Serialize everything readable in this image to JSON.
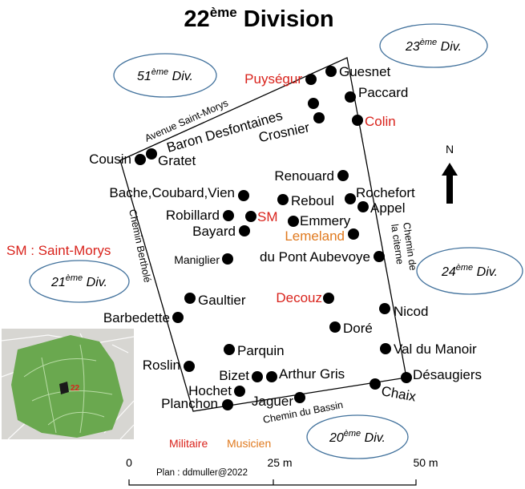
{
  "title_main": "22",
  "title_sup": "ème",
  "title_rest": " Division",
  "divisions": [
    {
      "num": "23",
      "sup": "ème",
      "suffix": " Div."
    },
    {
      "num": "51",
      "sup": "ème",
      "suffix": " Div."
    },
    {
      "num": "21",
      "sup": "ème",
      "suffix": " Div."
    },
    {
      "num": "24",
      "sup": "ème",
      "suffix": " Div."
    },
    {
      "num": "20",
      "sup": "ème",
      "suffix": " Div."
    }
  ],
  "roads": {
    "north": "Avenue Saint-Morys",
    "west": "Chemin Bertholé",
    "east": "Chemin de la citerne",
    "east_line1": "Chemin de",
    "east_line2": "la citerne",
    "south": "Chemin du Bassin"
  },
  "graves": [
    {
      "name": "Puységur",
      "category": "military"
    },
    {
      "name": "Guesnet",
      "category": "civil"
    },
    {
      "name": "Paccard",
      "category": "civil"
    },
    {
      "name": "Baron Desfontaines",
      "category": "civil"
    },
    {
      "name": "Crosnier",
      "category": "civil"
    },
    {
      "name": "Colin",
      "category": "military"
    },
    {
      "name": "Cousin",
      "category": "civil"
    },
    {
      "name": "Gratet",
      "category": "civil"
    },
    {
      "name": "Renouard",
      "category": "civil"
    },
    {
      "name": "Bache,Coubard,Vien",
      "category": "civil"
    },
    {
      "name": "Reboul",
      "category": "civil"
    },
    {
      "name": "Rochefort",
      "category": "civil"
    },
    {
      "name": "Appel",
      "category": "civil"
    },
    {
      "name": "Robillard",
      "category": "civil"
    },
    {
      "name": "SM",
      "category": "military"
    },
    {
      "name": "Emmery",
      "category": "civil"
    },
    {
      "name": "Bayard",
      "category": "civil"
    },
    {
      "name": "Lemeland",
      "category": "musician"
    },
    {
      "name": "Maniglier",
      "category": "civil"
    },
    {
      "name": "du Pont Aubevoye",
      "category": "civil"
    },
    {
      "name": "Gaultier",
      "category": "civil"
    },
    {
      "name": "Decouz",
      "category": "military"
    },
    {
      "name": "Barbedette",
      "category": "civil"
    },
    {
      "name": "Nicod",
      "category": "civil"
    },
    {
      "name": "Doré",
      "category": "civil"
    },
    {
      "name": "Parquin",
      "category": "civil"
    },
    {
      "name": "Val du Manoir",
      "category": "civil"
    },
    {
      "name": "Roslin",
      "category": "civil"
    },
    {
      "name": "Bizet",
      "category": "civil"
    },
    {
      "name": "Arthur Gris",
      "category": "civil"
    },
    {
      "name": "Désaugiers",
      "category": "civil"
    },
    {
      "name": "Hochet",
      "category": "civil"
    },
    {
      "name": "Chaix",
      "category": "civil"
    },
    {
      "name": "Planchon",
      "category": "civil"
    },
    {
      "name": "Jaguer",
      "category": "civil"
    }
  ],
  "sm_note": "SM : Saint-Morys",
  "legend": {
    "military": "Militaire",
    "musician": "Musicien"
  },
  "north_label": "N",
  "inset_label": "22",
  "scale": {
    "labels": [
      "0",
      "25 m",
      "50 m"
    ],
    "credit": "Plan : ddmuller@2022"
  },
  "colors": {
    "military": "#d9231c",
    "musician": "#e07a1f",
    "text": "#000000",
    "ellipse": "#41719c",
    "inset_green": "#6aa84f"
  }
}
